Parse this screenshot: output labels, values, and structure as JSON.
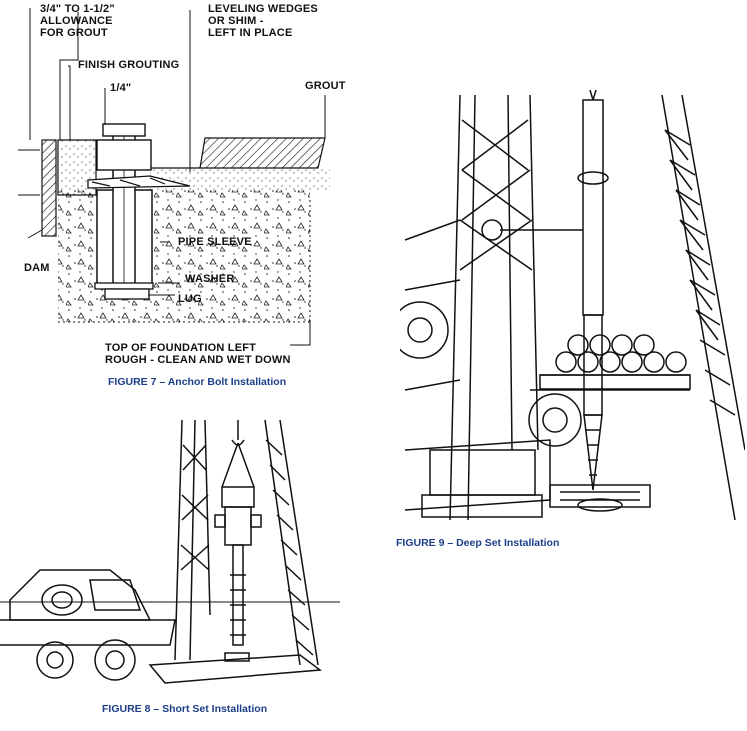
{
  "figure7": {
    "caption": "FIGURE 7 – Anchor Bolt Installation",
    "labels": {
      "allowance": [
        "3/4\" TO 1-1/2\"",
        "ALLOWANCE",
        "FOR GROUT"
      ],
      "leveling": [
        "LEVELING WEDGES",
        "OR SHIM -",
        "LEFT IN PLACE"
      ],
      "finish_grouting": "FINISH GROUTING",
      "quarter_inch": "1/4\"",
      "grout": "GROUT",
      "pipe_sleeve": "PIPE SLEEVE",
      "dam": "DAM",
      "washer": "WASHER",
      "lug": "LUG",
      "foundation": [
        "TOP OF FOUNDATION LEFT",
        "ROUGH - CLEAN AND WET DOWN"
      ]
    }
  },
  "figure8": {
    "caption": "FIGURE 8 – Short Set Installation"
  },
  "figure9": {
    "caption": "FIGURE 9 – Deep Set Installation"
  }
}
